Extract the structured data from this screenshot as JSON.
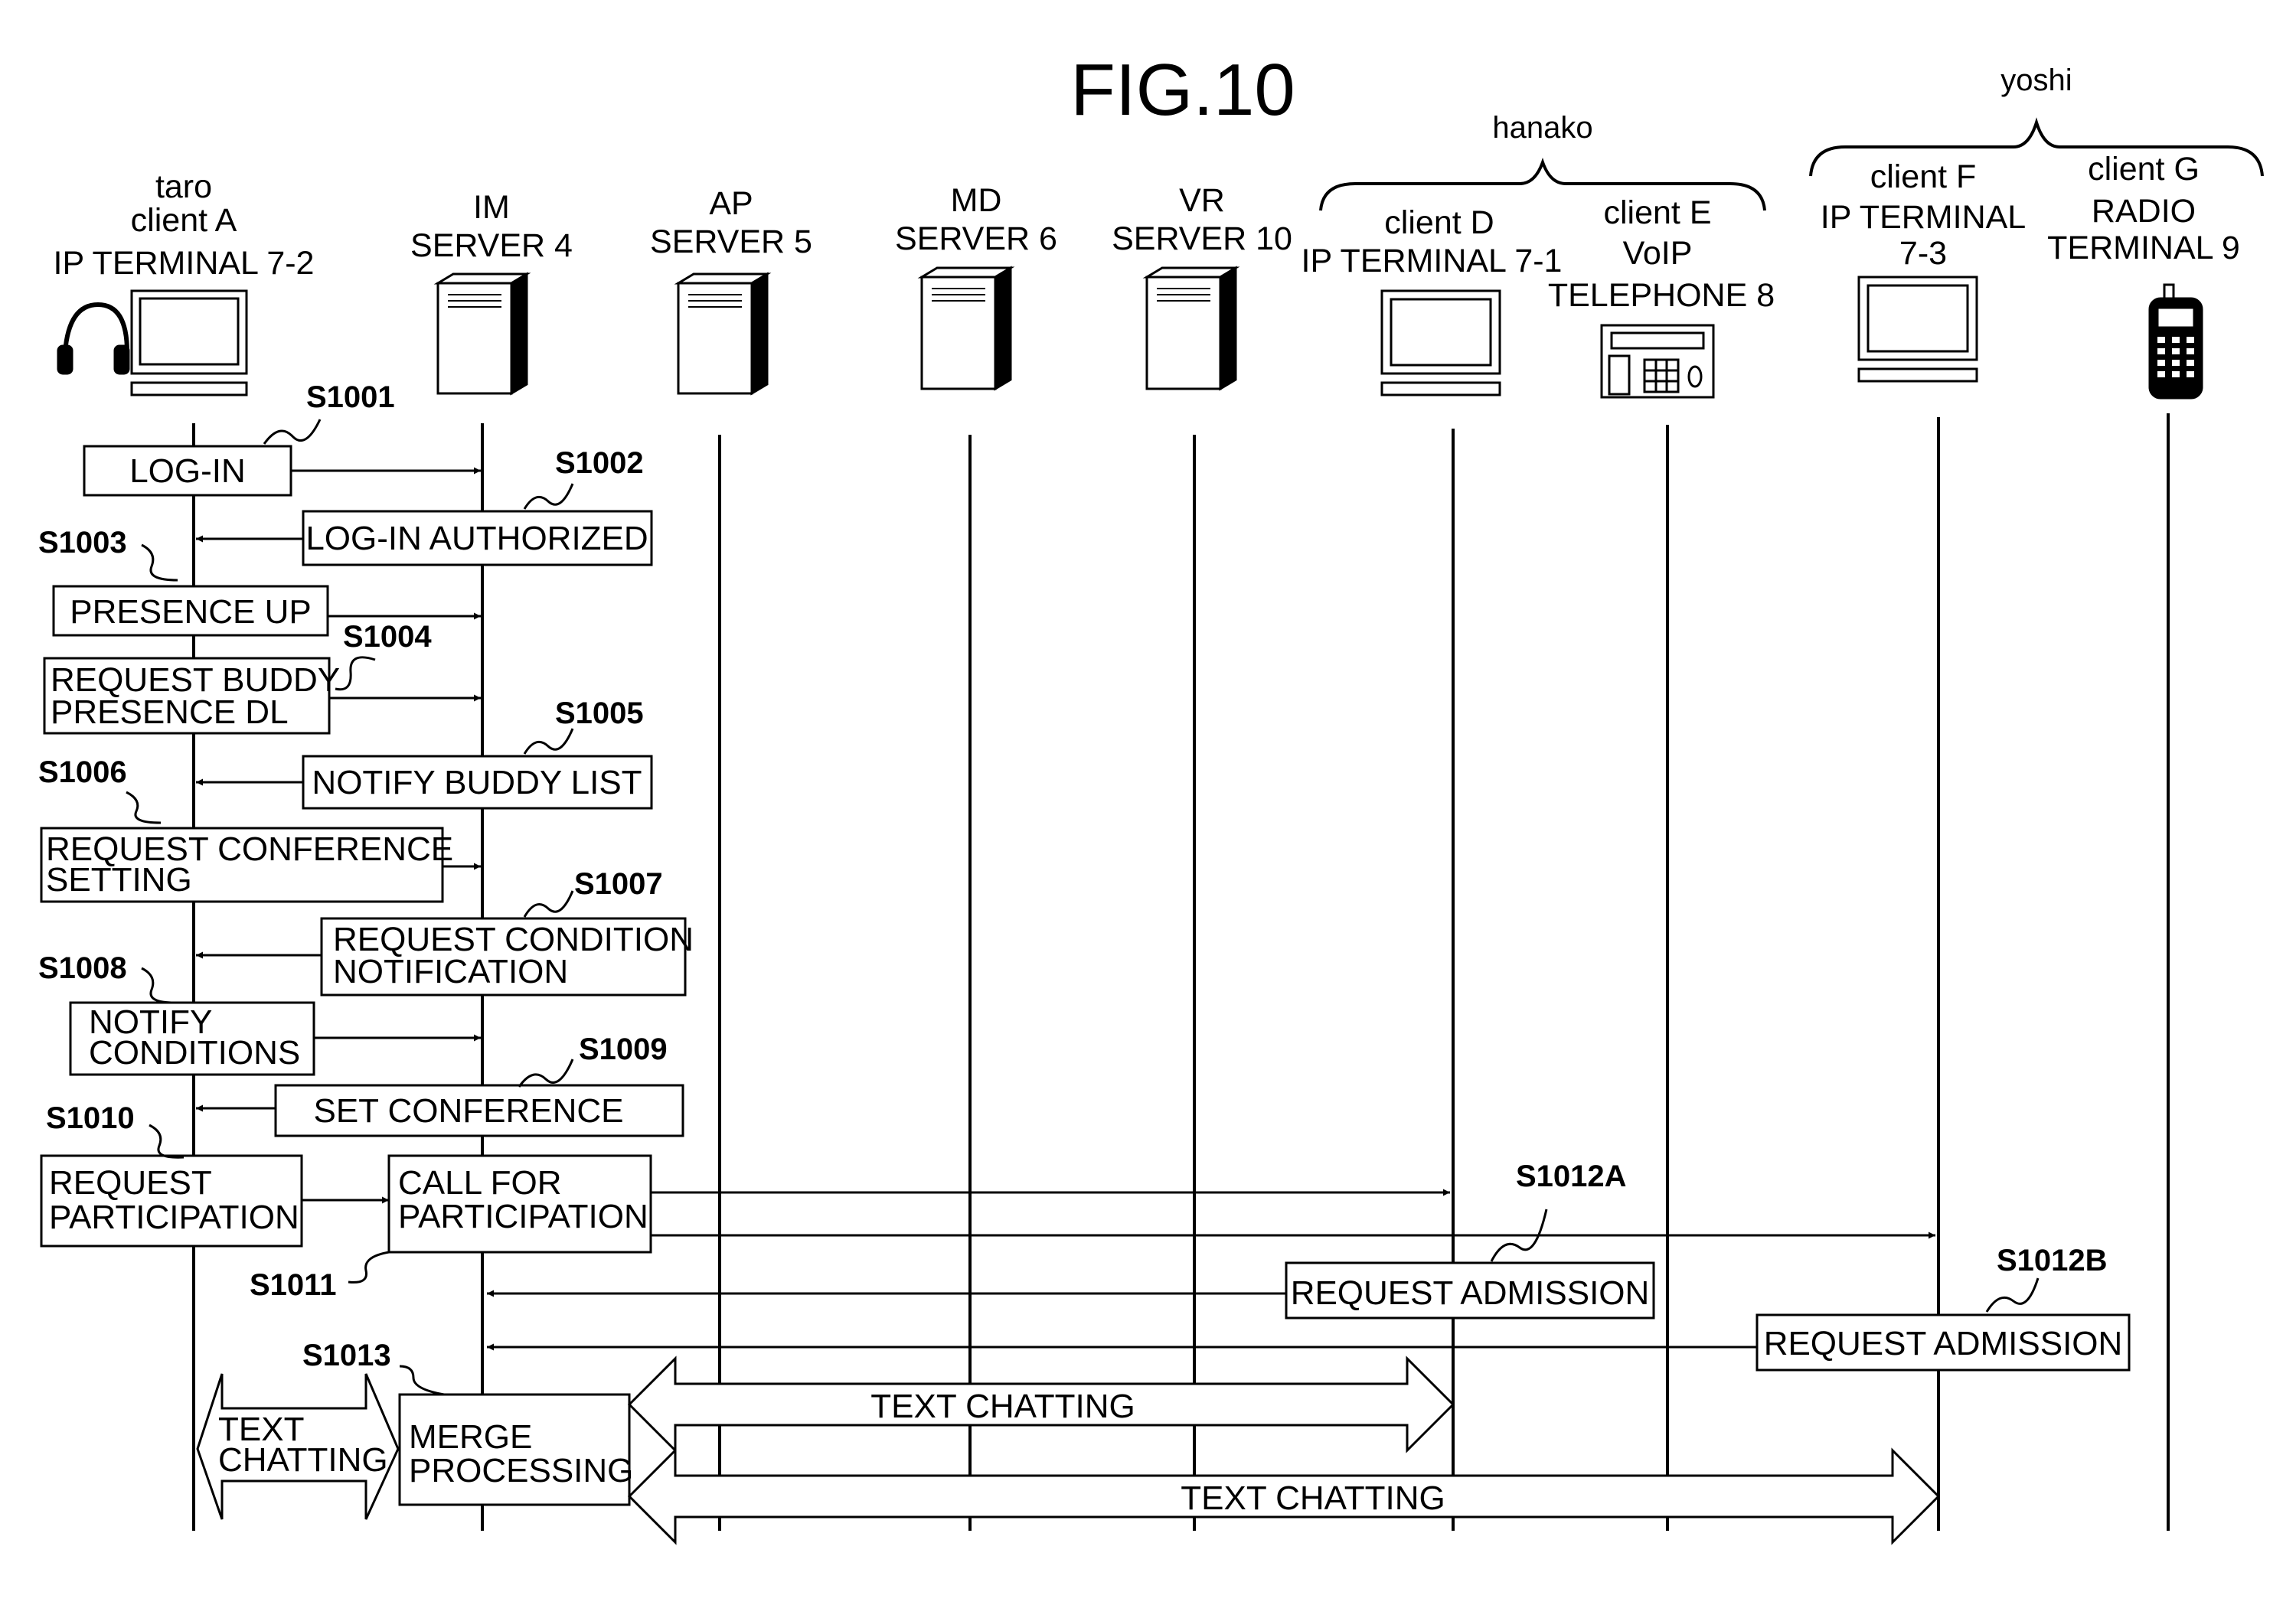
{
  "title": "FIG.10",
  "groups": [
    {
      "name": "hanako"
    },
    {
      "name": "yoshi"
    }
  ],
  "participants": [
    {
      "id": "client-a",
      "lines": [
        "taro",
        "client A",
        "IP TERMINAL 7-2"
      ],
      "icon": "headset-pc-icon"
    },
    {
      "id": "im-server",
      "lines": [
        "IM",
        "SERVER 4"
      ],
      "icon": "server-tower-icon"
    },
    {
      "id": "ap-server",
      "lines": [
        "AP",
        "SERVER 5"
      ],
      "icon": "server-tower-icon"
    },
    {
      "id": "md-server",
      "lines": [
        "MD",
        "SERVER 6"
      ],
      "icon": "server-tower-icon"
    },
    {
      "id": "vr-server",
      "lines": [
        "VR",
        "SERVER 10"
      ],
      "icon": "server-tower-icon"
    },
    {
      "id": "client-d",
      "lines": [
        "client D",
        "IP TERMINAL 7-1"
      ],
      "icon": "pc-monitor-icon"
    },
    {
      "id": "client-e",
      "lines": [
        "client E",
        "VoIP",
        "TELEPHONE 8"
      ],
      "icon": "voip-phone-icon"
    },
    {
      "id": "client-f",
      "lines": [
        "client F",
        "IP TERMINAL",
        "7-3"
      ],
      "icon": "pc-monitor-icon"
    },
    {
      "id": "client-g",
      "lines": [
        "client G",
        "RADIO",
        "TERMINAL 9"
      ],
      "icon": "mobile-phone-icon"
    }
  ],
  "messages": [
    {
      "step": "S1001",
      "lines": [
        "LOG-IN"
      ]
    },
    {
      "step": "S1002",
      "lines": [
        "LOG-IN AUTHORIZED"
      ]
    },
    {
      "step": "S1003",
      "lines": [
        "PRESENCE UP"
      ]
    },
    {
      "step": "S1004",
      "lines": [
        "REQUEST BUDDY",
        "PRESENCE DL"
      ]
    },
    {
      "step": "S1005",
      "lines": [
        "NOTIFY BUDDY LIST"
      ]
    },
    {
      "step": "S1006",
      "lines": [
        "REQUEST CONFERENCE",
        "SETTING"
      ]
    },
    {
      "step": "S1007",
      "lines": [
        "REQUEST CONDITION",
        "NOTIFICATION"
      ]
    },
    {
      "step": "S1008",
      "lines": [
        "NOTIFY",
        "CONDITIONS"
      ]
    },
    {
      "step": "S1009",
      "lines": [
        "SET CONFERENCE"
      ]
    },
    {
      "step": "S1010",
      "lines": [
        "REQUEST",
        "PARTICIPATION"
      ]
    },
    {
      "step": "S1011",
      "lines": [
        "CALL FOR",
        "PARTICIPATION"
      ]
    },
    {
      "step": "S1012A",
      "lines": [
        "REQUEST ADMISSION"
      ]
    },
    {
      "step": "S1012B",
      "lines": [
        "REQUEST ADMISSION"
      ]
    }
  ],
  "merge": {
    "step": "S1013",
    "lines": [
      "MERGE",
      "PROCESSING"
    ]
  },
  "chats": [
    {
      "lines": [
        "TEXT",
        "CHATTING"
      ]
    },
    {
      "lines": [
        "TEXT CHATTING"
      ]
    },
    {
      "lines": [
        "TEXT CHATTING"
      ]
    }
  ]
}
